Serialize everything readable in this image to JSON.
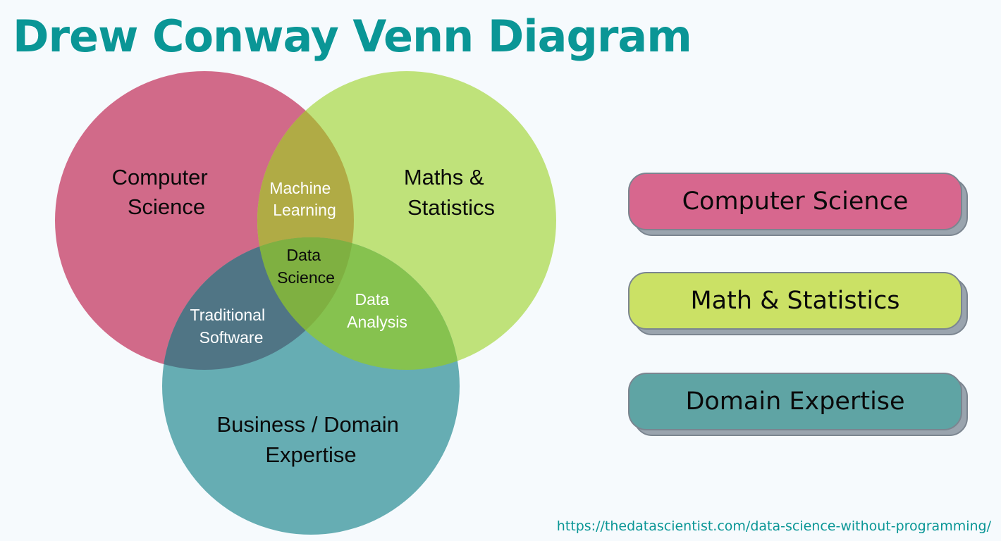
{
  "title": "Drew Conway Venn Diagram",
  "colors": {
    "title": "#0a9696",
    "computer_science": "#d16a89",
    "math_statistics": "#bfe27a",
    "domain_expertise": "#66adb3",
    "machine_learning": "#b0ab45",
    "traditional_software": "#507585",
    "data_analysis": "#86c24f",
    "data_science": "#7fb041",
    "legend_computer_science": "#d7678e",
    "legend_math_statistics": "#cbe165",
    "legend_domain_expertise": "#5fa4a4"
  },
  "venn": {
    "sets": {
      "computer_science": [
        "Computer",
        "Science"
      ],
      "math_statistics": [
        "Maths &",
        "Statistics"
      ],
      "domain_expertise": [
        "Business / Domain",
        "Expertise"
      ]
    },
    "intersections": {
      "machine_learning": [
        "Machine",
        "Learning"
      ],
      "traditional_software": [
        "Traditional",
        "Software"
      ],
      "data_analysis": [
        "Data",
        "Analysis"
      ],
      "data_science": [
        "Data",
        "Science"
      ]
    }
  },
  "legend": [
    {
      "label": "Computer Science",
      "color_key": "legend_computer_science"
    },
    {
      "label": "Math & Statistics",
      "color_key": "legend_math_statistics"
    },
    {
      "label": "Domain Expertise",
      "color_key": "legend_domain_expertise"
    }
  ],
  "source_url": "https://thedatascientist.com/data-science-without-programming/"
}
